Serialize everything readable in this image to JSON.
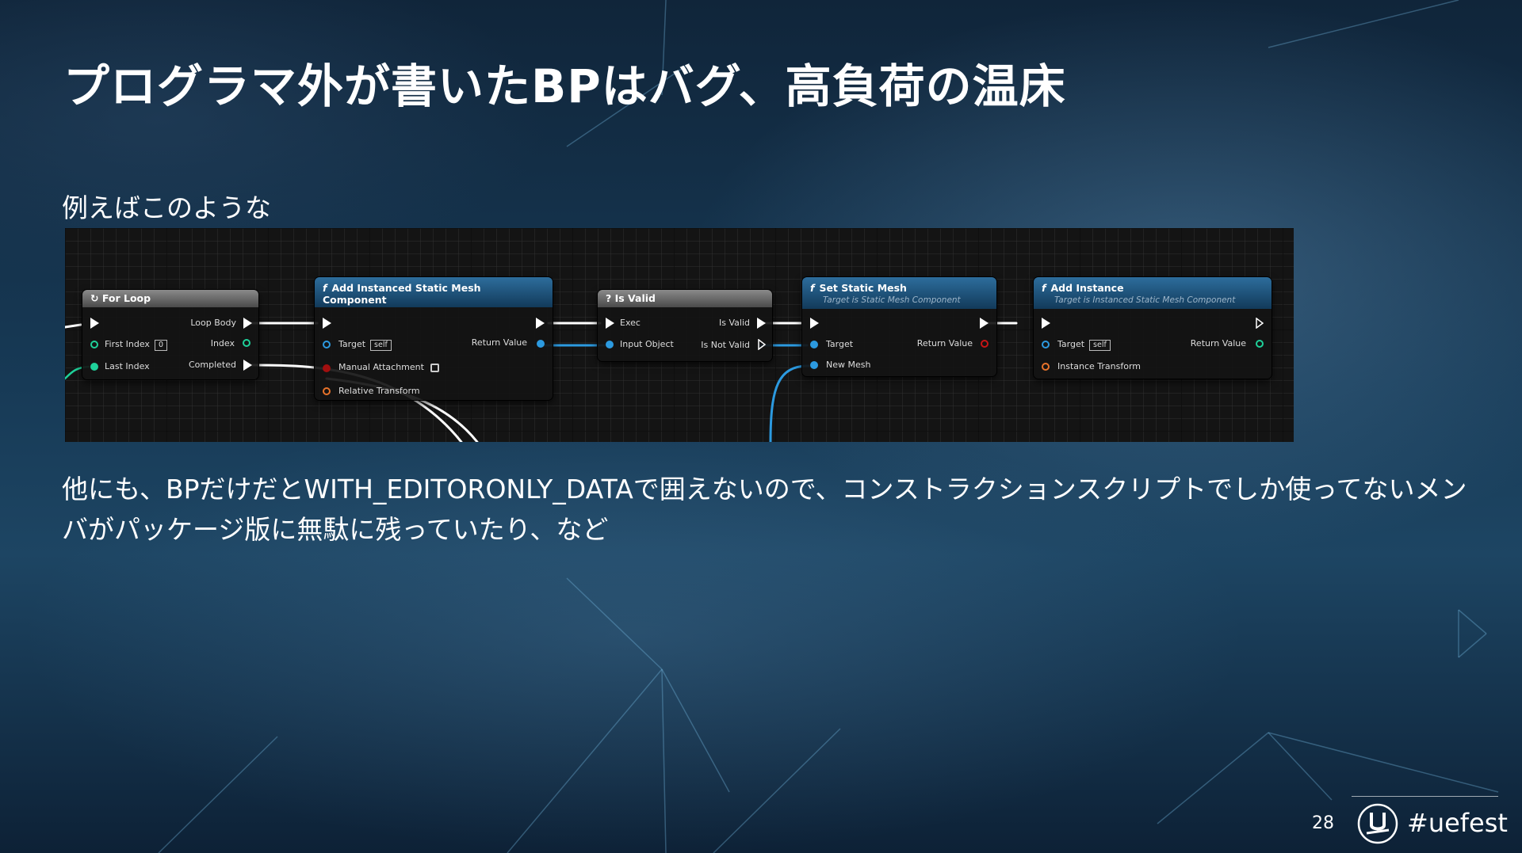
{
  "slide": {
    "title": "プログラマ外が書いたBPはバグ、高負荷の温床",
    "subtitle": "例えばこのような",
    "body": "他にも、BPだけだとWITH_EDITORONLY_DATAで囲えないので、コンストラクションスクリプトでしか使ってないメンバがパッケージ版に無駄に残っていたり、など",
    "page_number": "28",
    "hashtag": "#uefest"
  },
  "blueprint": {
    "for_loop": {
      "title": "For Loop",
      "loop_body": "Loop Body",
      "first_index": "First Index",
      "first_index_value": "0",
      "index": "Index",
      "last_index": "Last Index",
      "completed": "Completed"
    },
    "add_ismc": {
      "title": "Add Instanced Static Mesh Component",
      "target": "Target",
      "target_value": "self",
      "return_value": "Return Value",
      "manual_attachment": "Manual Attachment",
      "relative_transform": "Relative Transform"
    },
    "is_valid": {
      "title": "? Is Valid",
      "exec": "Exec",
      "is_valid": "Is Valid",
      "input_object": "Input Object",
      "is_not_valid": "Is Not Valid"
    },
    "set_static_mesh": {
      "title": "Set Static Mesh",
      "subtitle": "Target is Static Mesh Component",
      "target": "Target",
      "return_value": "Return Value",
      "new_mesh": "New Mesh"
    },
    "add_instance": {
      "title": "Add Instance",
      "subtitle": "Target is Instanced Static Mesh Component",
      "target": "Target",
      "target_value": "self",
      "return_value": "Return Value",
      "instance_transform": "Instance Transform"
    }
  },
  "colors": {
    "exec_wire": "#ffffff",
    "object_pin": "#2c9ae0",
    "int_pin": "#1fd19a",
    "transform_pin": "#e8732a",
    "bool_pin": "#c81515",
    "node_header_blue": "#1f4f75"
  }
}
